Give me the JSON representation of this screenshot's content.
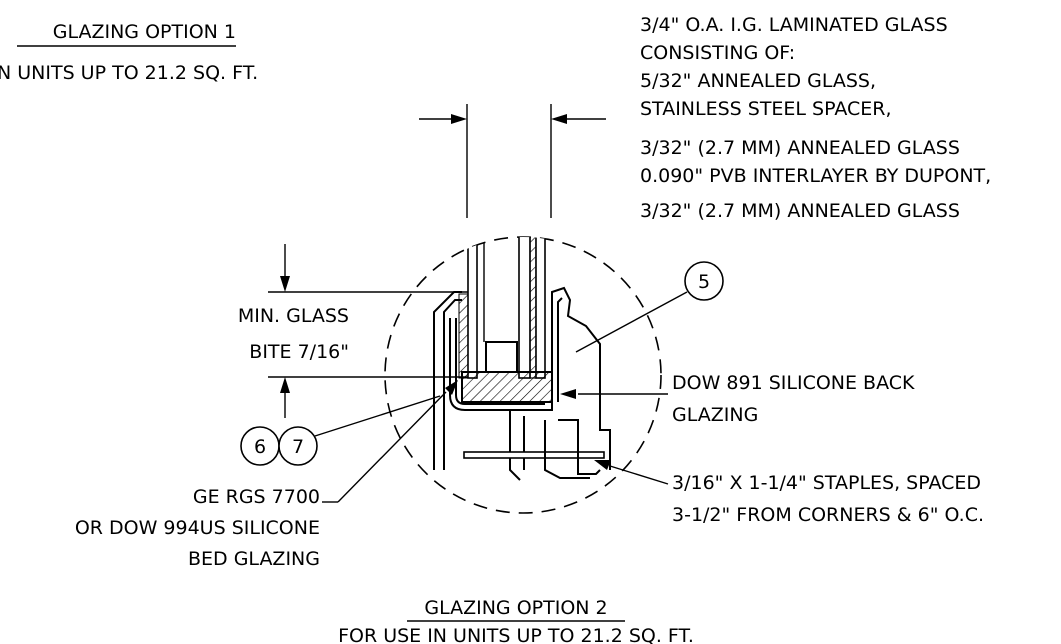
{
  "top_label": {
    "title": "GLAZING OPTION 1",
    "subtitle": "N UNITS UP TO 21.2 SQ. FT."
  },
  "glass_spec": {
    "lines": [
      "3/4\" O.A. I.G. LAMINATED GLASS",
      "CONSISTING OF:",
      "5/32\" ANNEALED GLASS,",
      "STAINLESS STEEL SPACER,",
      "3/32\" (2.7 MM) ANNEALED GLASS",
      "0.090\" PVB INTERLAYER BY DUPONT,",
      "3/32\" (2.7 MM) ANNEALED GLASS"
    ]
  },
  "glass_bite": {
    "lines": [
      "MIN. GLASS",
      "BITE 7/16\""
    ]
  },
  "callouts": {
    "five": "5",
    "six": "6",
    "seven": "7"
  },
  "back_glazing": {
    "lines": [
      "DOW 891 SILICONE BACK",
      "GLAZING"
    ]
  },
  "staples": {
    "lines": [
      "3/16\" X 1-1/4\" STAPLES, SPACED",
      "3-1/2\" FROM CORNERS & 6\" O.C."
    ]
  },
  "bed_glazing": {
    "lines": [
      "GE RGS 7700",
      "OR DOW 994US SILICONE",
      "BED GLAZING"
    ]
  },
  "bottom_label": {
    "title": "GLAZING OPTION 2",
    "subtitle": "FOR USE IN UNITS UP TO 21.2 SQ. FT."
  }
}
